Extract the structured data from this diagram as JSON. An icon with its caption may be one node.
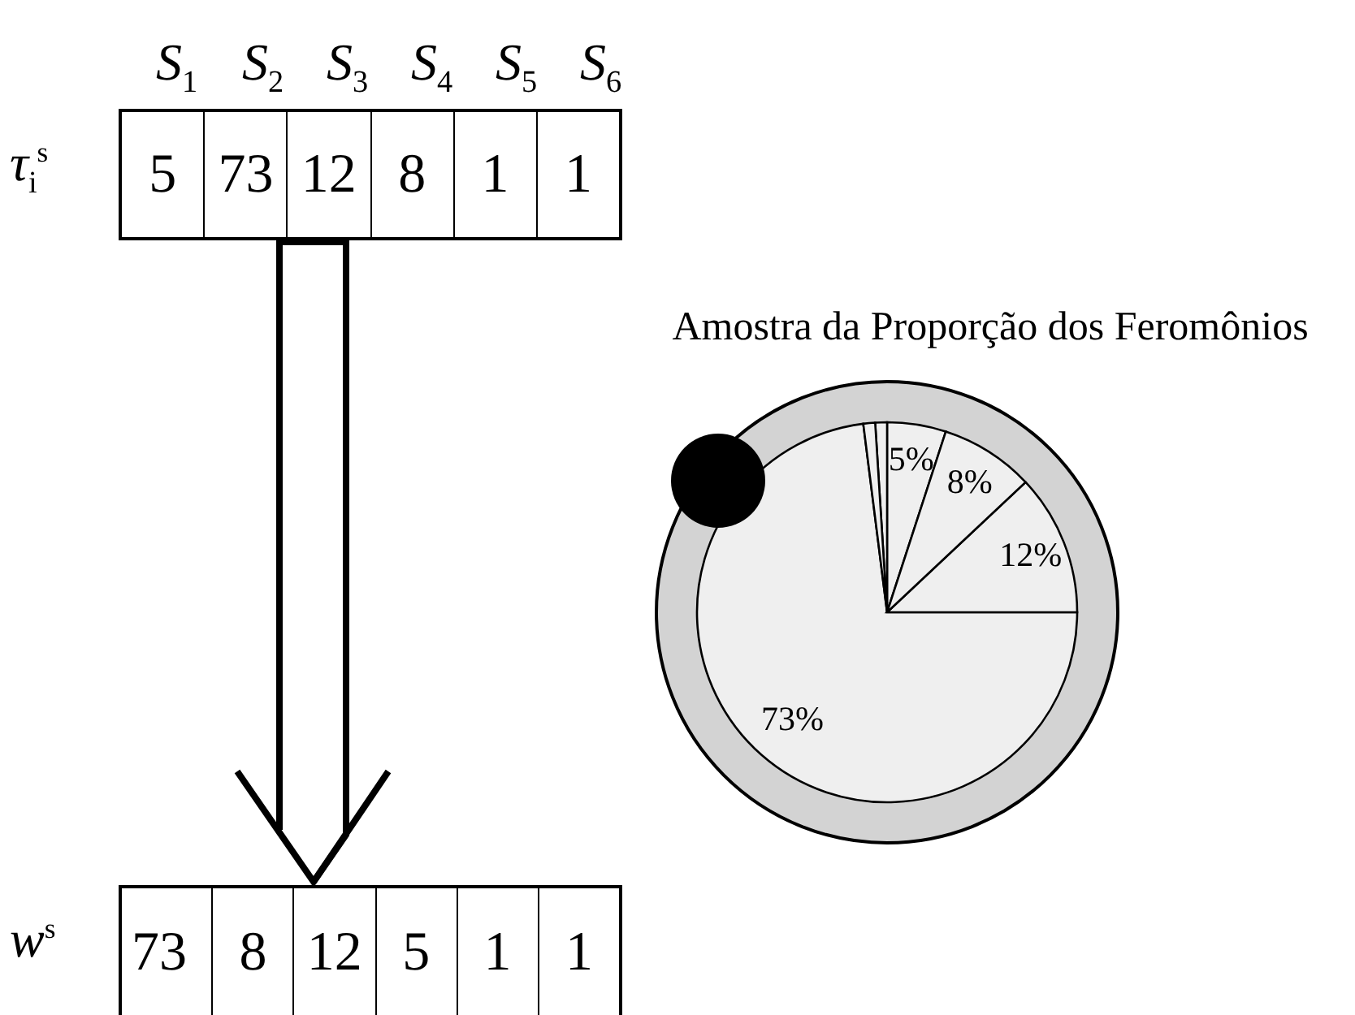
{
  "diagram": {
    "nodes": [
      {
        "text": [
          "5",
          "73",
          "12",
          "8",
          "1",
          "1"
        ]
      },
      {
        "text": [
          "73",
          "8",
          "12",
          "5",
          "1",
          "1"
        ]
      }
    ],
    "edges": [
      {
        "from": 0,
        "to": 1,
        "arrow": "to"
      }
    ],
    "labels": [
      "*S*$_{1}$",
      "*S*$_{2}$",
      "*S*$_{3}$",
      "*S*$_{4}$",
      "*S*$_{5}$",
      "*S*$_{6}$",
      "*τ*$_{i}$$^{s}$",
      "*w*$^{s}$"
    ],
    "chart_data": {
      "type": "pie",
      "title": "Amostra da Proporção dos Feromônios",
      "values": [
        5,
        73,
        12,
        8,
        1,
        1
      ],
      "value_labels": [
        "5%",
        "73%",
        "12%",
        "8%",
        null,
        null
      ]
    }
  }
}
